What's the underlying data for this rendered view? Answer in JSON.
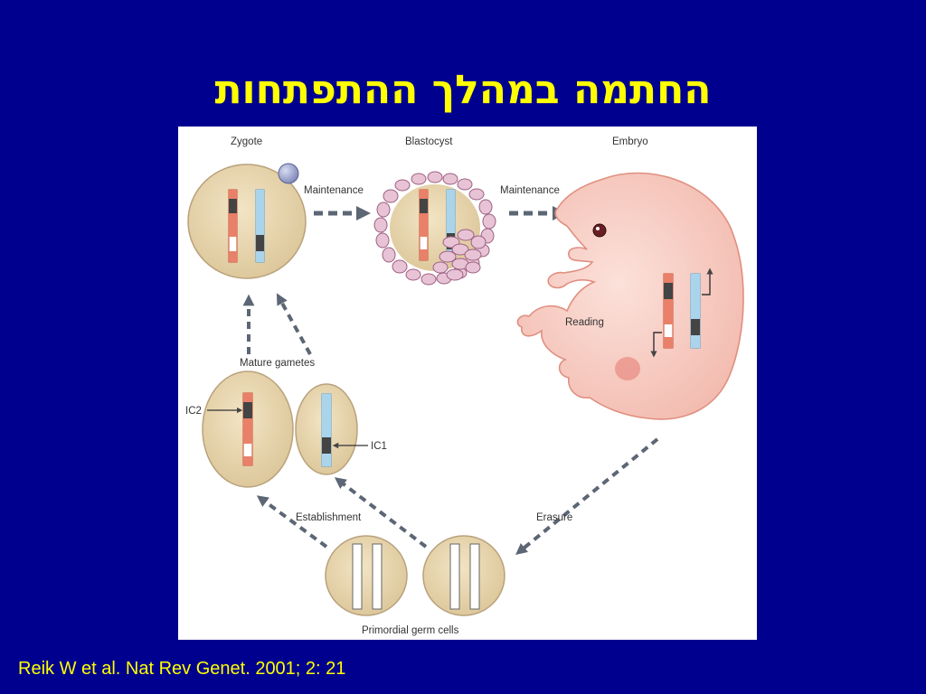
{
  "slide": {
    "title": "החתמה במהלך ההתפתחות",
    "citation": "Reik W et al. Nat Rev Genet. 2001; 2: 21"
  },
  "diagram": {
    "stages": {
      "zygote": "Zygote",
      "blastocyst": "Blastocyst",
      "embryo": "Embryo",
      "mature_gametes": "Mature gametes",
      "primordial_germ_cells": "Primordial germ cells"
    },
    "processes": {
      "maintenance_1": "Maintenance",
      "maintenance_2": "Maintenance",
      "reading": "Reading",
      "erasure": "Erasure",
      "establishment": "Establishment"
    },
    "labels": {
      "ic1": "IC1",
      "ic2": "IC2"
    }
  },
  "colors": {
    "background": "#00008f",
    "title": "#ffff00",
    "cell_fill": "#e8d6b0",
    "cell_stroke": "#b9a27c",
    "maternal_chromosome": "#e8806a",
    "paternal_chromosome": "#a9d4ec",
    "imprint_mark": "#444444",
    "embryo_skin": "#f8cfc6",
    "arrow": "#5c6675"
  }
}
